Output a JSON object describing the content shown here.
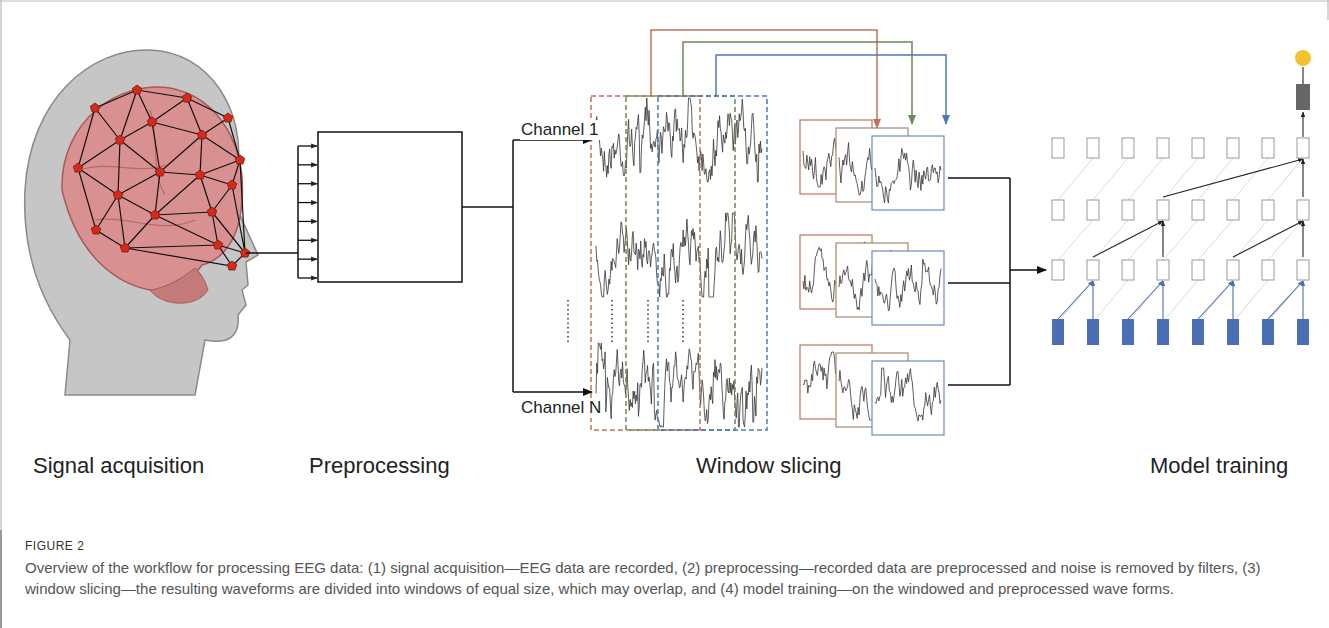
{
  "diagram": {
    "caption": "Overview of the workflow for processing EEG data: (1) signal acquisition—EEG data are recorded, (2) preprocessing—recorded data are preprocessed and noise is removed by filters, (3) window slicing—the resulting waveforms are divided into windows of equal size, which may overlap, and (4) model training—on the windowed and preprocessed wave forms.",
    "labels": [
      "Channel 1",
      "Channel N",
      "Signal acquisition",
      "Preprocessing",
      "Window slicing",
      "Model training",
      "FIGURE 2"
    ]
  }
}
